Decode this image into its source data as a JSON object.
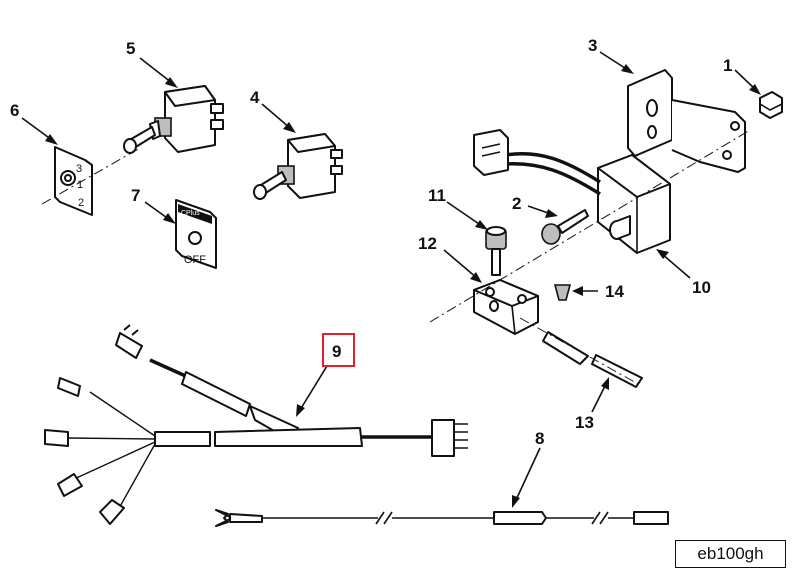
{
  "callouts": {
    "c1": "1",
    "c2": "2",
    "c3": "3",
    "c4": "4",
    "c5": "5",
    "c6": "6",
    "c7": "7",
    "c8": "8",
    "c9": "9",
    "c10": "10",
    "c11": "11",
    "c12": "12",
    "c13": "13",
    "c14": "14"
  },
  "highlight_color": "#e0202a",
  "figure_code": "eb100gh",
  "plate_text": {
    "pos3": "3",
    "pos1": "1",
    "pos2": "2",
    "brand": "CPlus",
    "off": "OFF"
  }
}
